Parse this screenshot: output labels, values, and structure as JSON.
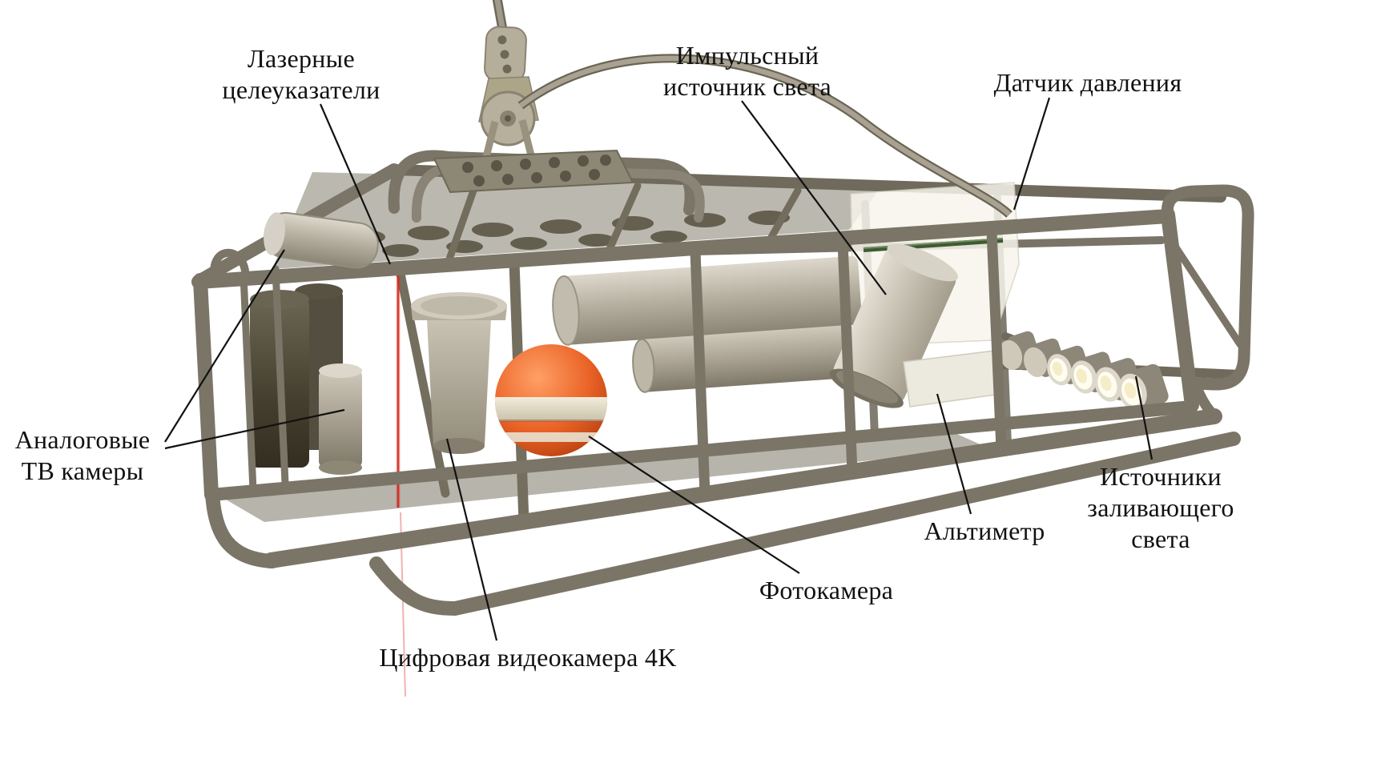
{
  "figure": {
    "kind": "labeled-diagram",
    "subject": "underwater-towed-survey-platform",
    "labels": {
      "laser_pointers": "Лазерные\nцелеуказатели",
      "pulsed_light_source": "Импульсный\nисточник света",
      "pressure_sensor": "Датчик давления",
      "analog_tv_cameras": "Аналоговые\nТВ камеры",
      "flood_light_sources": "Источники\nзаливающего\nсвета",
      "altimeter": "Альтиметр",
      "photo_camera": "Фотокамера",
      "digital_video_camera_4k": "Цифровая видеокамера 4K"
    },
    "colors": {
      "background": "#ffffff",
      "frame": "#7b7567",
      "frame_dark": "#5e5948",
      "housing_light": "#c9c3b6",
      "sphere_orange": "#e05a22",
      "laser_beam_red": "#d42a1e",
      "label_text": "#111111"
    }
  }
}
